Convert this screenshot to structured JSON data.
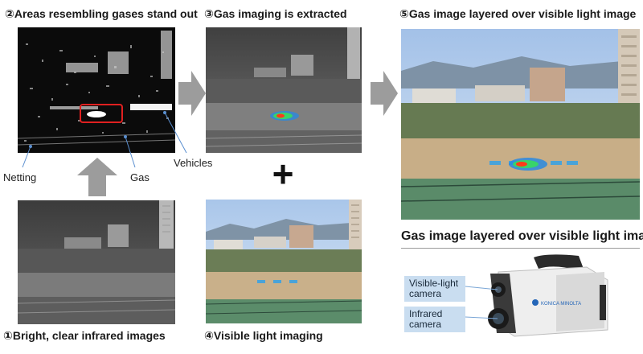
{
  "steps": {
    "step1": {
      "num": "①",
      "label": "Bright, clear infrared images"
    },
    "step2": {
      "num": "②",
      "label": "Areas resembling gases stand out"
    },
    "step3": {
      "num": "③",
      "label": "Gas imaging is extracted"
    },
    "step4": {
      "num": "④",
      "label": "Visible light imaging"
    },
    "step5": {
      "num": "⑤",
      "label": "Gas image layered over visible light image"
    }
  },
  "callouts": {
    "netting": "Netting",
    "gas": "Gas",
    "vehicles": "Vehicles"
  },
  "operator_plus": "+",
  "camera_section": {
    "title": "Gas image layered over visible light image",
    "visible_label": "Visible-light camera",
    "infrared_label": "Infrared camera",
    "brand_text": "KONICA MINOLTA"
  },
  "colors": {
    "arrow_gray": "#9c9c9c",
    "highlight_box": "#e02020",
    "label_bg": "#c9ddf0",
    "gas_plume_hot": "#ff3a1a",
    "gas_plume_mid": "#38d46a",
    "gas_plume_cool": "#2a8ae0"
  }
}
